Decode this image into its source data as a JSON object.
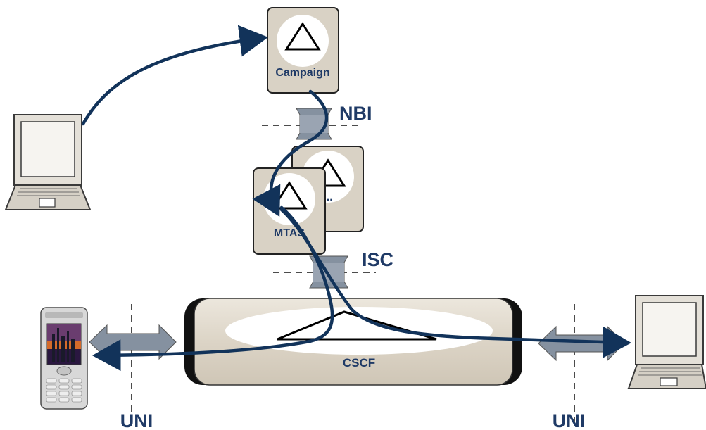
{
  "nodes": {
    "campaign": {
      "label": "Campaign"
    },
    "mtas": {
      "label": "MTAS"
    },
    "mtas_back": {
      "label": "..."
    },
    "cscf": {
      "label": "CSCF"
    }
  },
  "interfaces": {
    "nbi": {
      "label": "NBI"
    },
    "isc": {
      "label": "ISC"
    },
    "uni_left": {
      "label": "UNI"
    },
    "uni_right": {
      "label": "UNI"
    }
  },
  "colors": {
    "flow_line": "#12335a",
    "label_text": "#1f3a66",
    "box_fill": "#d9d2c5",
    "connector_fill": "#8591a0"
  }
}
